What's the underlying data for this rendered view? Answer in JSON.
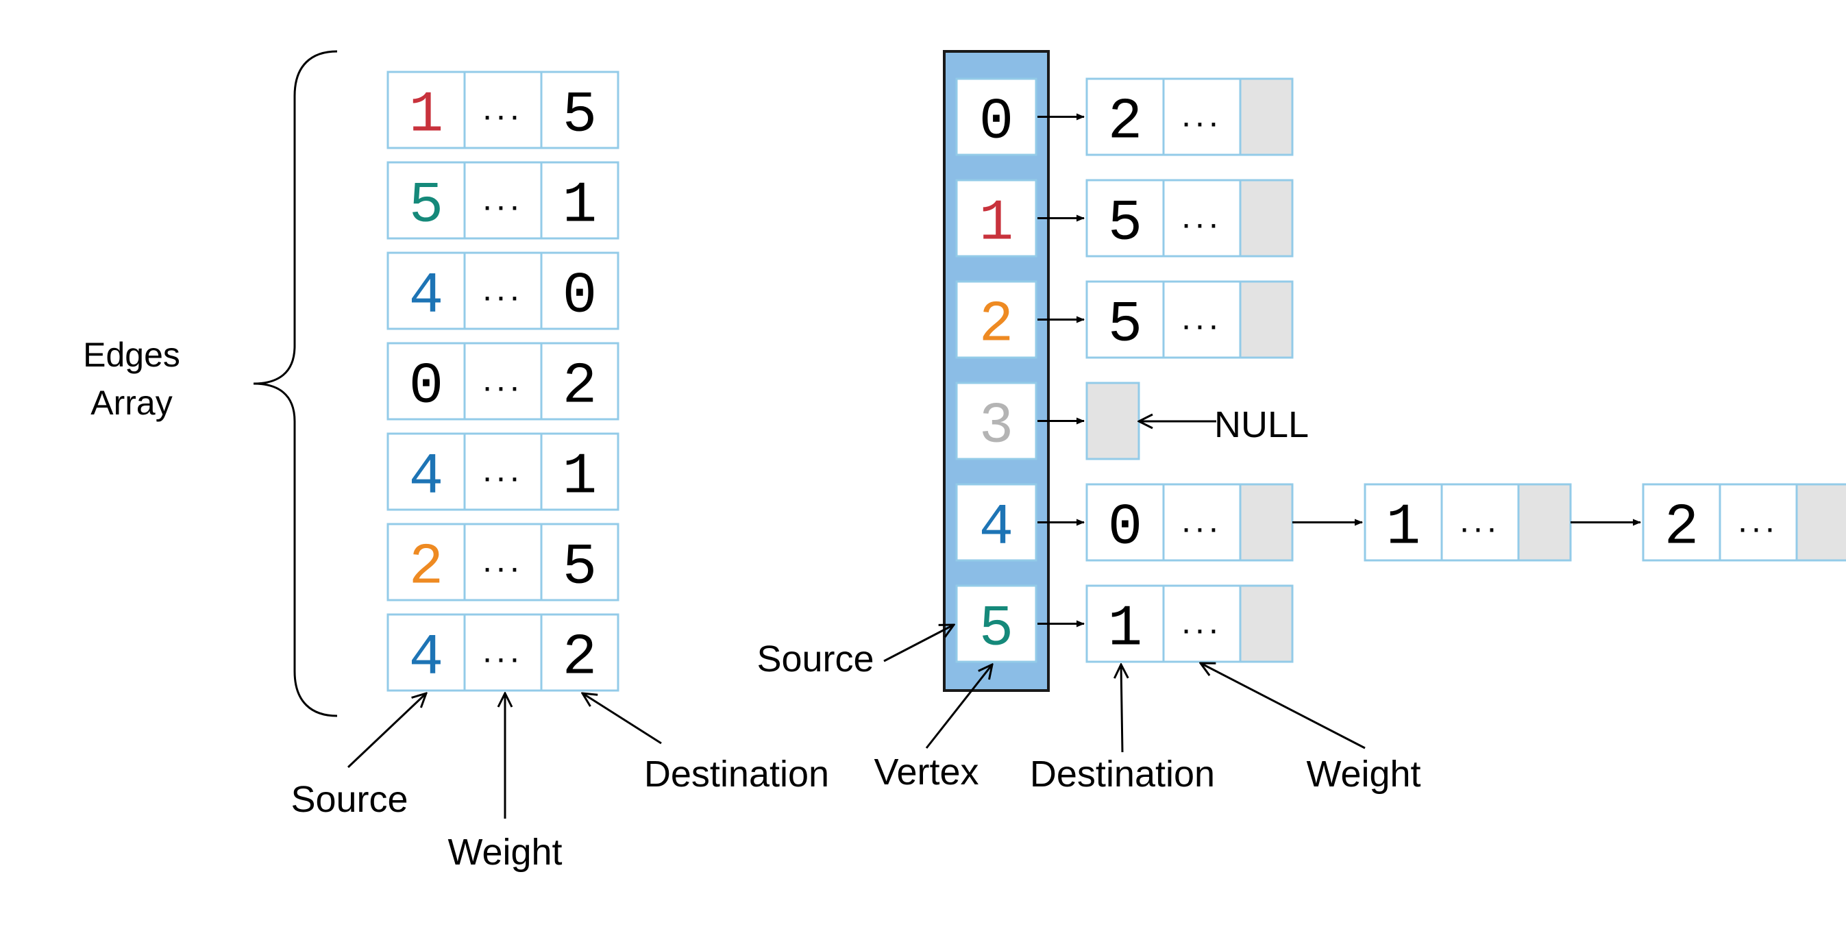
{
  "colors": {
    "cell_border": "#93cbe8",
    "vertex_panel_fill": "#8bbde6",
    "vertex_panel_border": "#1a1a1a",
    "empty_pointer_fill": "#e3e3e3",
    "line": "#000000",
    "text": "#000000",
    "v0": "#000000",
    "v1": "#c8323c",
    "v2": "#ee8a22",
    "v3": "#b4b4b4",
    "v4": "#1d74b5",
    "v5": "#15897a"
  },
  "edges_array": {
    "label_line1": "Edges",
    "label_line2": "Array",
    "ellipsis": "...",
    "rows": [
      {
        "source": "1",
        "destination": "5",
        "source_color": "#c8323c"
      },
      {
        "source": "5",
        "destination": "1",
        "source_color": "#15897a"
      },
      {
        "source": "4",
        "destination": "0",
        "source_color": "#1d74b5"
      },
      {
        "source": "0",
        "destination": "2",
        "source_color": "#000000"
      },
      {
        "source": "4",
        "destination": "1",
        "source_color": "#1d74b5"
      },
      {
        "source": "2",
        "destination": "5",
        "source_color": "#ee8a22"
      },
      {
        "source": "4",
        "destination": "2",
        "source_color": "#1d74b5"
      }
    ],
    "annotations": {
      "source": "Source",
      "weight": "Weight",
      "destination": "Destination"
    }
  },
  "adjacency_list": {
    "ellipsis": "...",
    "null_label": "NULL",
    "vertices": [
      {
        "vertex": "0",
        "color": "#000000",
        "destinations": [
          "2"
        ]
      },
      {
        "vertex": "1",
        "color": "#c8323c",
        "destinations": [
          "5"
        ]
      },
      {
        "vertex": "2",
        "color": "#ee8a22",
        "destinations": [
          "5"
        ]
      },
      {
        "vertex": "3",
        "color": "#b4b4b4",
        "destinations": []
      },
      {
        "vertex": "4",
        "color": "#1d74b5",
        "destinations": [
          "0",
          "1",
          "2"
        ]
      },
      {
        "vertex": "5",
        "color": "#15897a",
        "destinations": [
          "1"
        ]
      }
    ],
    "annotations": {
      "source": "Source",
      "vertex": "Vertex",
      "destination": "Destination",
      "weight": "Weight"
    }
  }
}
